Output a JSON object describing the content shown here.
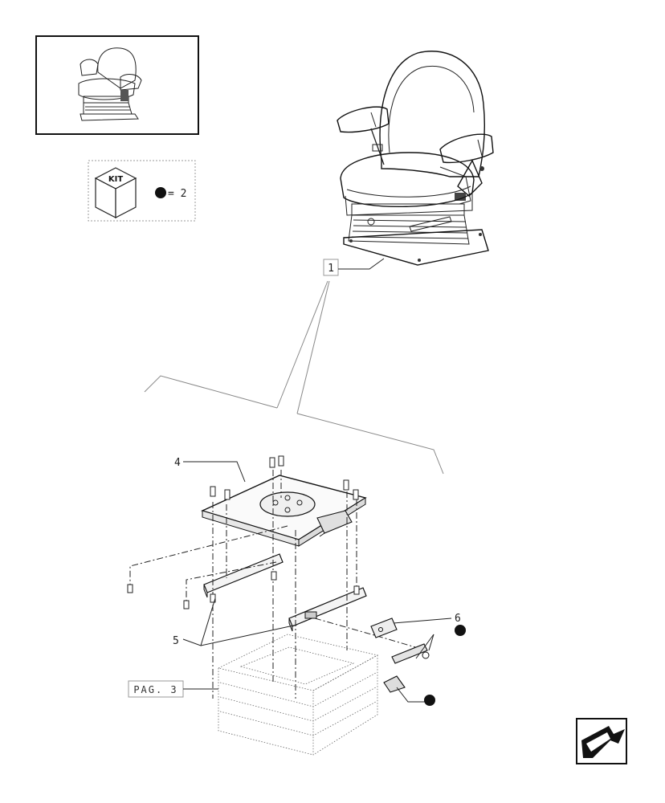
{
  "kit": {
    "label": "KIT",
    "equation": "= 2"
  },
  "reference": {
    "main_item": "1",
    "page_ref": "PAG. 3"
  },
  "callouts": [
    {
      "number": "4"
    },
    {
      "number": "5"
    },
    {
      "number": "6"
    }
  ],
  "icons": {
    "thumbnail": "seat-assembly-thumbnail-icon",
    "kit_box": "kit-box-icon",
    "bullet": "black-dot-icon",
    "nav": "back-arrow-icon"
  }
}
